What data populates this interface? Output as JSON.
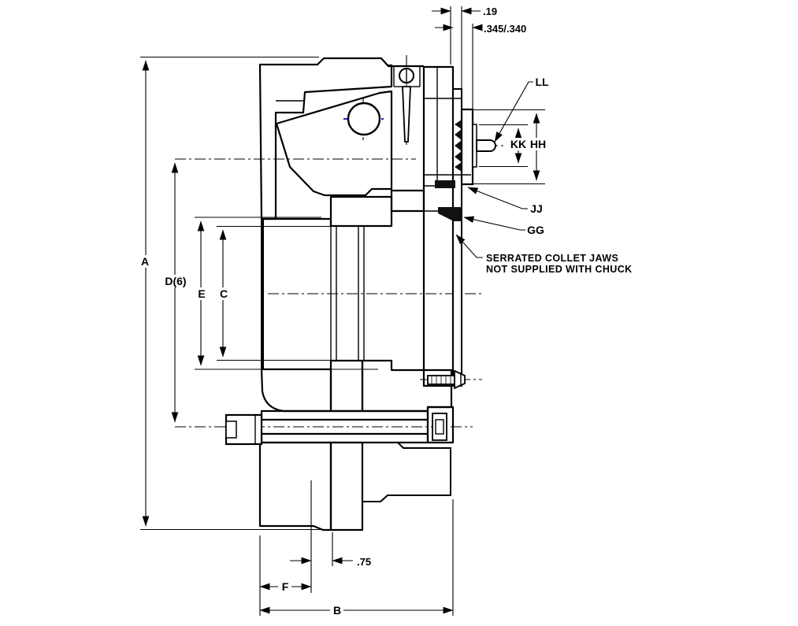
{
  "drawing": {
    "background": "#ffffff",
    "line_color": "#000000",
    "highlight_centerline_color": "#2222bb",
    "note": {
      "line1": "SERRATED COLLET JAWS",
      "line2": "NOT SUPPLIED WITH CHUCK"
    },
    "dims": {
      "a": "A",
      "d6": "D(6)",
      "e": "E",
      "c": "C",
      "top1": ".19",
      "top2": ".345/.340",
      "kk": "KK",
      "hh": "HH",
      "ll": "LL",
      "jj": "JJ",
      "gg": "GG",
      "bottom1": ".75",
      "f": "F",
      "b": "B"
    }
  }
}
